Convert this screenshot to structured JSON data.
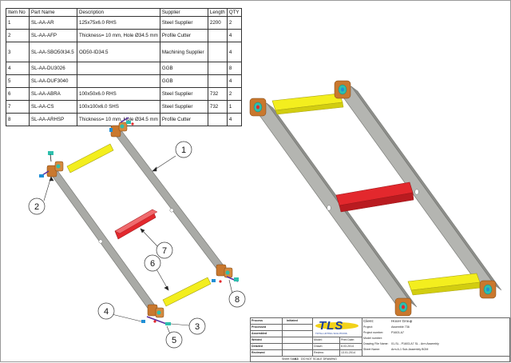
{
  "bom": {
    "headers": [
      "Item No",
      "Part Name",
      "Description",
      "Supplier",
      "Length",
      "QTY"
    ],
    "rows": [
      [
        "1",
        "SL-AA-AR",
        "125x75x6.0 RHS",
        "Steel Supplier",
        "2200",
        "2"
      ],
      [
        "2",
        "SL-AA-AFP",
        "Thickness= 10 mm, Hole Ø34.5 mm",
        "Profile Cutter",
        "",
        "4"
      ],
      [
        "3",
        "SL-AA-SBO50I34.5",
        "OD50-ID34.5",
        "Machining Supplier",
        "",
        "4"
      ],
      [
        "4",
        "SL-AA-DU3026",
        "",
        "GGB",
        "",
        "8"
      ],
      [
        "5",
        "SL-AA-DUF3040",
        "",
        "GGB",
        "",
        "4"
      ],
      [
        "6",
        "SL-AA-ABRA",
        "100x50x6.0 RHS",
        "Steel Supplier",
        "732",
        "2"
      ],
      [
        "7",
        "SL-AA-CS",
        "100x100x6.0 SHS",
        "Steel Supplier",
        "732",
        "1"
      ],
      [
        "8",
        "SL-AA-ARHSP",
        "Thickness= 10 mm, Hole Ø34.5 mm",
        "Profile Cutter",
        "",
        "4"
      ]
    ]
  },
  "balloons": [
    "1",
    "2",
    "3",
    "4",
    "5",
    "6",
    "7",
    "8"
  ],
  "title_block": {
    "status_rows": [
      {
        "label": "Process",
        "value": "Initiated"
      },
      {
        "label": "Processed",
        "value": ""
      },
      {
        "label": "Assembled",
        "value": ""
      },
      {
        "label": "Welded",
        "value": ""
      },
      {
        "label": "Detailed",
        "value": ""
      },
      {
        "label": "Reviewed",
        "value": ""
      }
    ],
    "model_label": "Model:",
    "drawn_label": "Drawn:",
    "review_label": "Review:",
    "print_date_label": "Print Date:",
    "drawn_date": "8.03.2014",
    "review_date": "13.01.2014",
    "logo_text": "TLS",
    "logo_tagline": "TOTAL LIFTING SOLUTIONS",
    "client_label": "Client:",
    "client_value": "Hocer Group",
    "project_label": "Project:",
    "project_value": "Assemble 736",
    "project_number_label": "Project number:",
    "project_number_value": "P1603-A7",
    "model_number_label": "Model number:",
    "model_number_value": "",
    "file_name_label": "Drawing File Name:",
    "file_name_value": "01-SL - P1603-A7 SL - Arm Assembly",
    "sheet_name_label": "Sheet Name:",
    "sheet_name_value": "Arm A-1 Sub-Assembly BOM",
    "sheet_size_label": "Sheet Size",
    "sheet_size_value": "A3",
    "note": "DO NOT SCALE DRAWING"
  },
  "colors": {
    "beam": "#a9aaa6",
    "beam_dark": "#7c7d79",
    "yellow": "#f3ee1e",
    "red": "#e3282d",
    "bracket": "#c9782e",
    "bushing": "#2ebfad",
    "logo_blue": "#1d3f9a",
    "logo_yellow": "#f2d21a"
  }
}
